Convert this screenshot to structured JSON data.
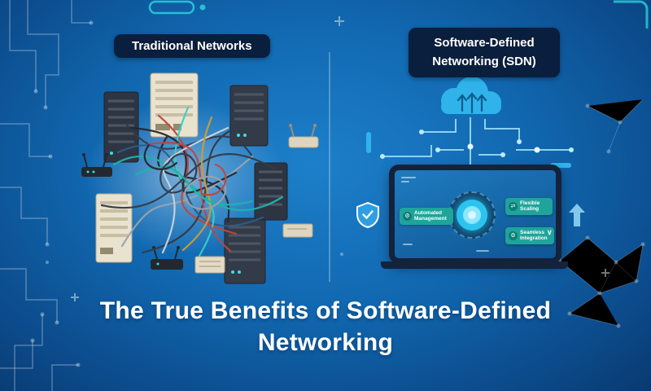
{
  "page": {
    "title_line1": "The True Benefits of Software-Defined",
    "title_line2": "Networking"
  },
  "left_section": {
    "label": "Traditional Networks"
  },
  "right_section": {
    "label_line1": "Software-Defined",
    "label_line2": "Networking (SDN)",
    "features": [
      {
        "label": "Automated Management",
        "icon": "⚙"
      },
      {
        "label": "Flexible Scaling",
        "icon": "⇄"
      },
      {
        "label": "Seamless Integration",
        "icon": "⚙"
      }
    ]
  },
  "icons": {
    "chevron_down": "∨"
  },
  "colors": {
    "background_blue": "#0f5a9e",
    "pill_navy": "#0a1e3d",
    "accent_cyan": "#2cc4ef",
    "chip_teal": "#1fa49b",
    "cloud_blue": "#2fb3ea"
  }
}
